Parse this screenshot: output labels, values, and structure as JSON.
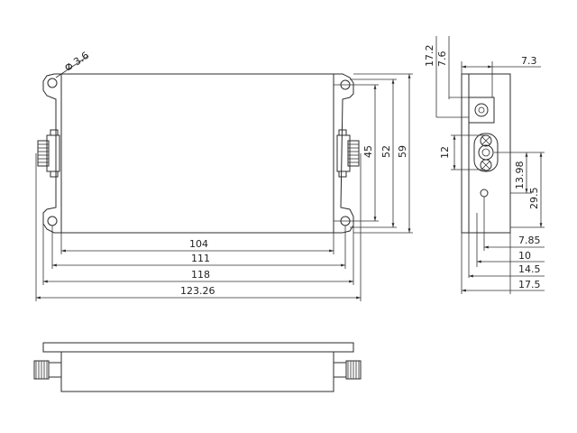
{
  "drawing": {
    "title": "",
    "hole_diameter": "3.6",
    "phi_symbol": "Φ",
    "front_view": {
      "widths": [
        "104",
        "111",
        "118",
        "123.26"
      ],
      "heights": [
        "45",
        "52",
        "59"
      ]
    },
    "side_view": {
      "top_dims": [
        "17.2",
        "7.6",
        "7.3"
      ],
      "connector_dim": "12",
      "right_dims": [
        "13.98",
        "29.5"
      ],
      "bottom_dims": [
        "7.85",
        "10",
        "14.5",
        "17.5"
      ]
    }
  }
}
